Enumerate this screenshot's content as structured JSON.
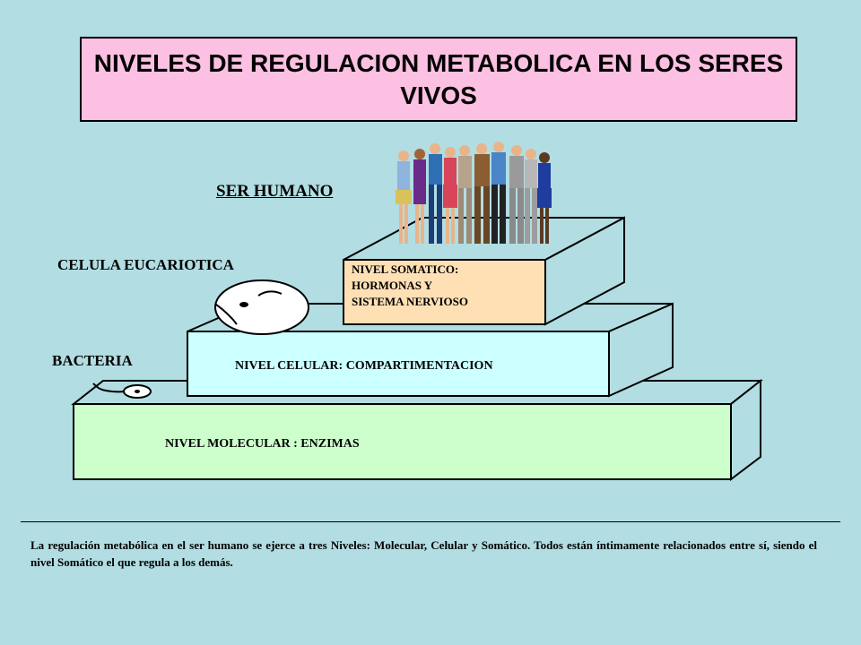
{
  "title": "NIVELES DE REGULACION METABOLICA EN LOS SERES VIVOS",
  "organisms": {
    "human": "SER HUMANO",
    "eukaryote": "CELULA EUCARIOTICA",
    "bacteria": "BACTERIA"
  },
  "levels": {
    "molecular": "NIVEL MOLECULAR : ENZIMAS",
    "cellular": "NIVEL CELULAR: COMPARTIMENTACION",
    "somatic": [
      "NIVEL SOMATICO:",
      "HORMONAS Y",
      "SISTEMA NERVIOSO"
    ]
  },
  "colors": {
    "background": "#b2dde2",
    "title_box": "#fcc0e2",
    "molecular": "#ccffcc",
    "cellular": "#ccffff",
    "somatic": "#ffe0b5"
  },
  "caption": "La regulación metabólica en el ser humano se ejerce a tres Niveles: Molecular, Celular y Somático. Todos están íntimamente relacionados entre sí, siendo el nivel Somático el que regula a los demás."
}
